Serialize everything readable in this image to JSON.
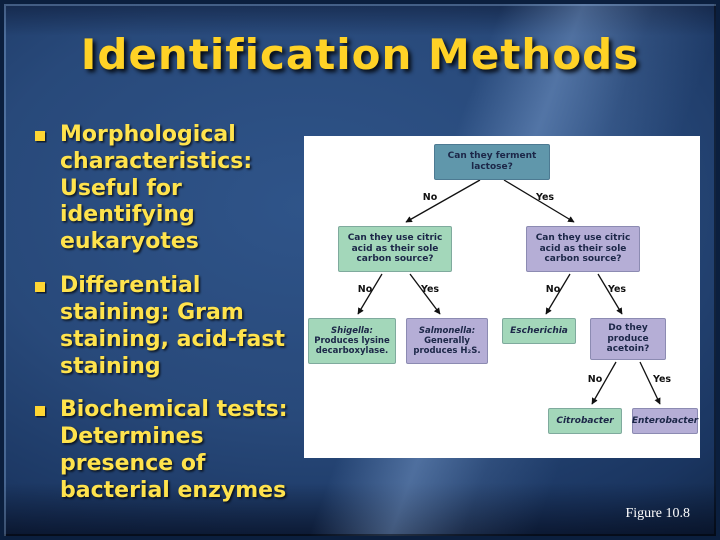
{
  "slide": {
    "title": "Identification Methods",
    "figure_caption": "Figure 10.8",
    "bullets": [
      {
        "text": "Morphological characteristics: Useful for identifying eukaryotes"
      },
      {
        "text": "Differential staining: Gram staining, acid-fast staining"
      },
      {
        "text": "Biochemical tests: Determines presence of bacterial enzymes"
      }
    ]
  },
  "flowchart": {
    "root_question": "Can they ferment lactose?",
    "left_question": "Can they use citric acid as their sole carbon source?",
    "right_question": "Can they use citric acid as their sole carbon source?",
    "acetoin_question": "Do they produce acetoin?",
    "shigella_name": "Shigella:",
    "shigella_desc": "Produces lysine decarboxylase.",
    "salmonella_name": "Salmonella:",
    "salmonella_desc": "Generally produces H₂S.",
    "escherichia": "Escherichia",
    "citrobacter": "Citrobacter",
    "enterobacter": "Enterobacter",
    "no_label": "No",
    "yes_label": "Yes",
    "colors": {
      "root_box": "#6097ab",
      "green_box": "#a3d7ba",
      "purple_box": "#b5aed6",
      "title_text": "#ffd226",
      "bullet_text": "#ffe34d"
    }
  }
}
